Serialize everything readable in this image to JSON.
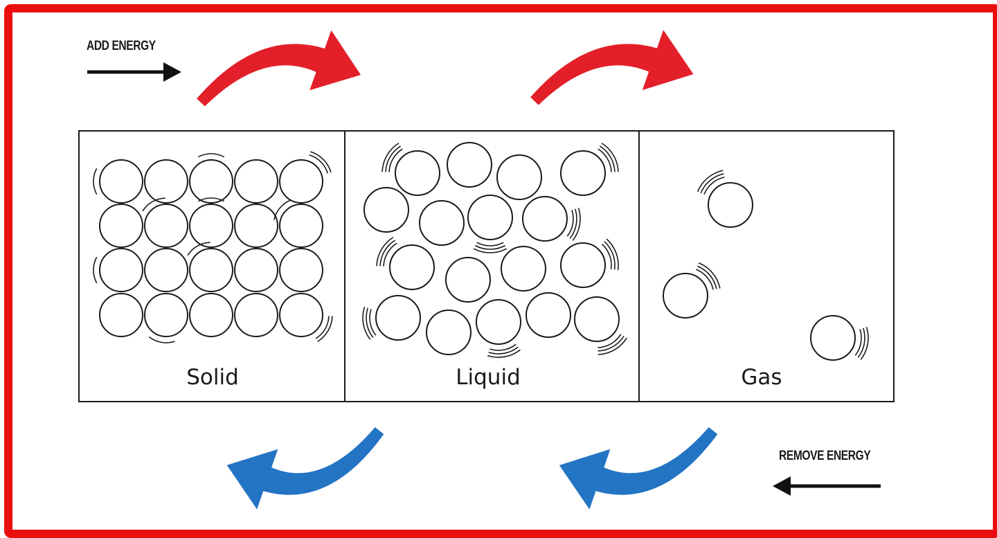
{
  "labels": {
    "add_energy": "ADD ENERGY",
    "remove_energy": "REMOVE ENERGY"
  },
  "phases": [
    {
      "key": "solid",
      "label": "Solid"
    },
    {
      "key": "liquid",
      "label": "Liquid"
    },
    {
      "key": "gas",
      "label": "Gas"
    }
  ],
  "colors": {
    "frame": "#ea0f0f",
    "heat_arrow": "#e3202a",
    "cool_arrow": "#2474c4",
    "ink": "#1a1a1a"
  },
  "icons": {
    "add_energy_arrow": "right-arrow-icon",
    "remove_energy_arrow": "left-arrow-icon"
  }
}
